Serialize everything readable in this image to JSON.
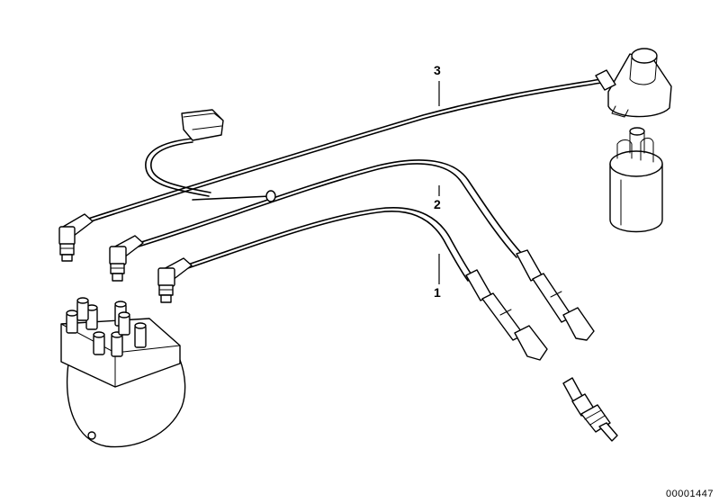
{
  "callouts": [
    {
      "id": "1",
      "label": "1"
    },
    {
      "id": "2",
      "label": "2"
    },
    {
      "id": "3",
      "label": "3"
    }
  ],
  "document_number": "00001447",
  "icons": [
    "distributor-cap-icon",
    "ignition-coil-icon",
    "spark-plug-icon",
    "cable-connector-icon"
  ]
}
